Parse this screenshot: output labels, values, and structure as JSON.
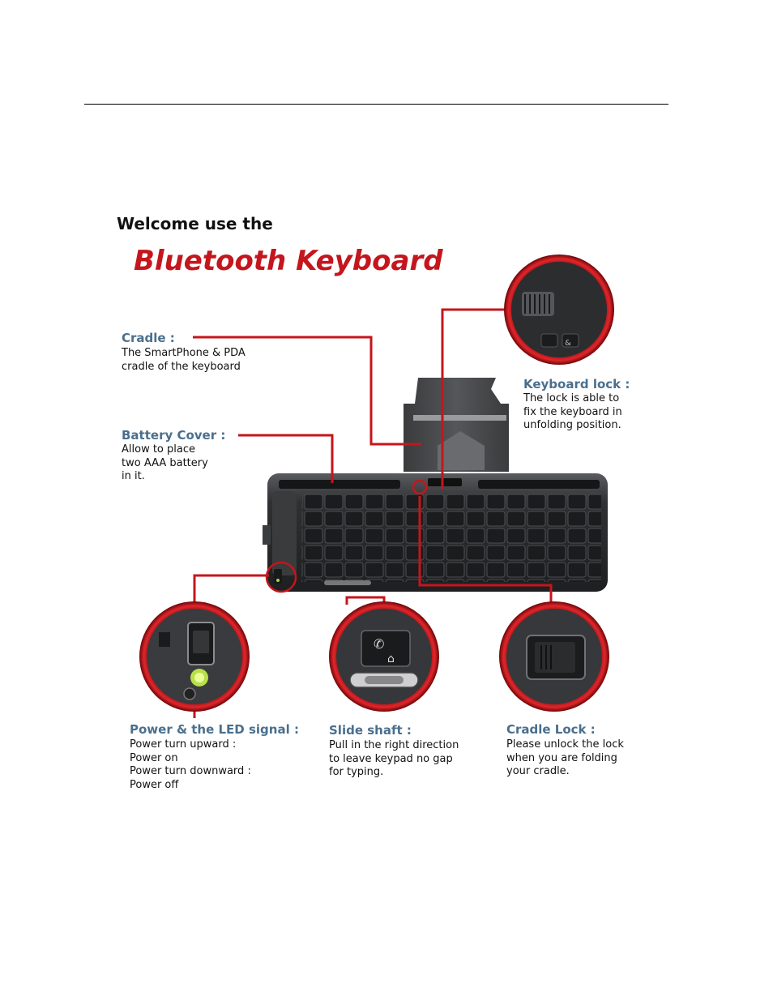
{
  "header": {
    "welcome": "Welcome use the",
    "brand": "Bluetooth Keyboard"
  },
  "callouts": {
    "cradle": {
      "title": "Cradle :",
      "body": "The SmartPhone & PDA\ncradle of the keyboard"
    },
    "battery_cover": {
      "title": "Battery Cover :",
      "body": "Allow to place\ntwo AAA battery\nin it."
    },
    "keyboard_lock": {
      "title": "Keyboard lock :",
      "body": "The lock is able to\nfix the keyboard in\nunfolding position."
    },
    "power_led": {
      "title": "Power & the LED signal :",
      "body": "Power turn upward :\nPower on\nPower turn downward :\nPower off"
    },
    "slide_shaft": {
      "title": "Slide shaft :",
      "body": "Pull in the right direction\nto leave keypad no gap\nfor typing."
    },
    "cradle_lock": {
      "title": "Cradle Lock :",
      "body": "Please unlock the lock\nwhen you are folding\nyour cradle."
    }
  },
  "colors": {
    "accent_red": "#c4161c",
    "callout_blue": "#4a6f8d",
    "device_dark": "#2b2c2e"
  }
}
